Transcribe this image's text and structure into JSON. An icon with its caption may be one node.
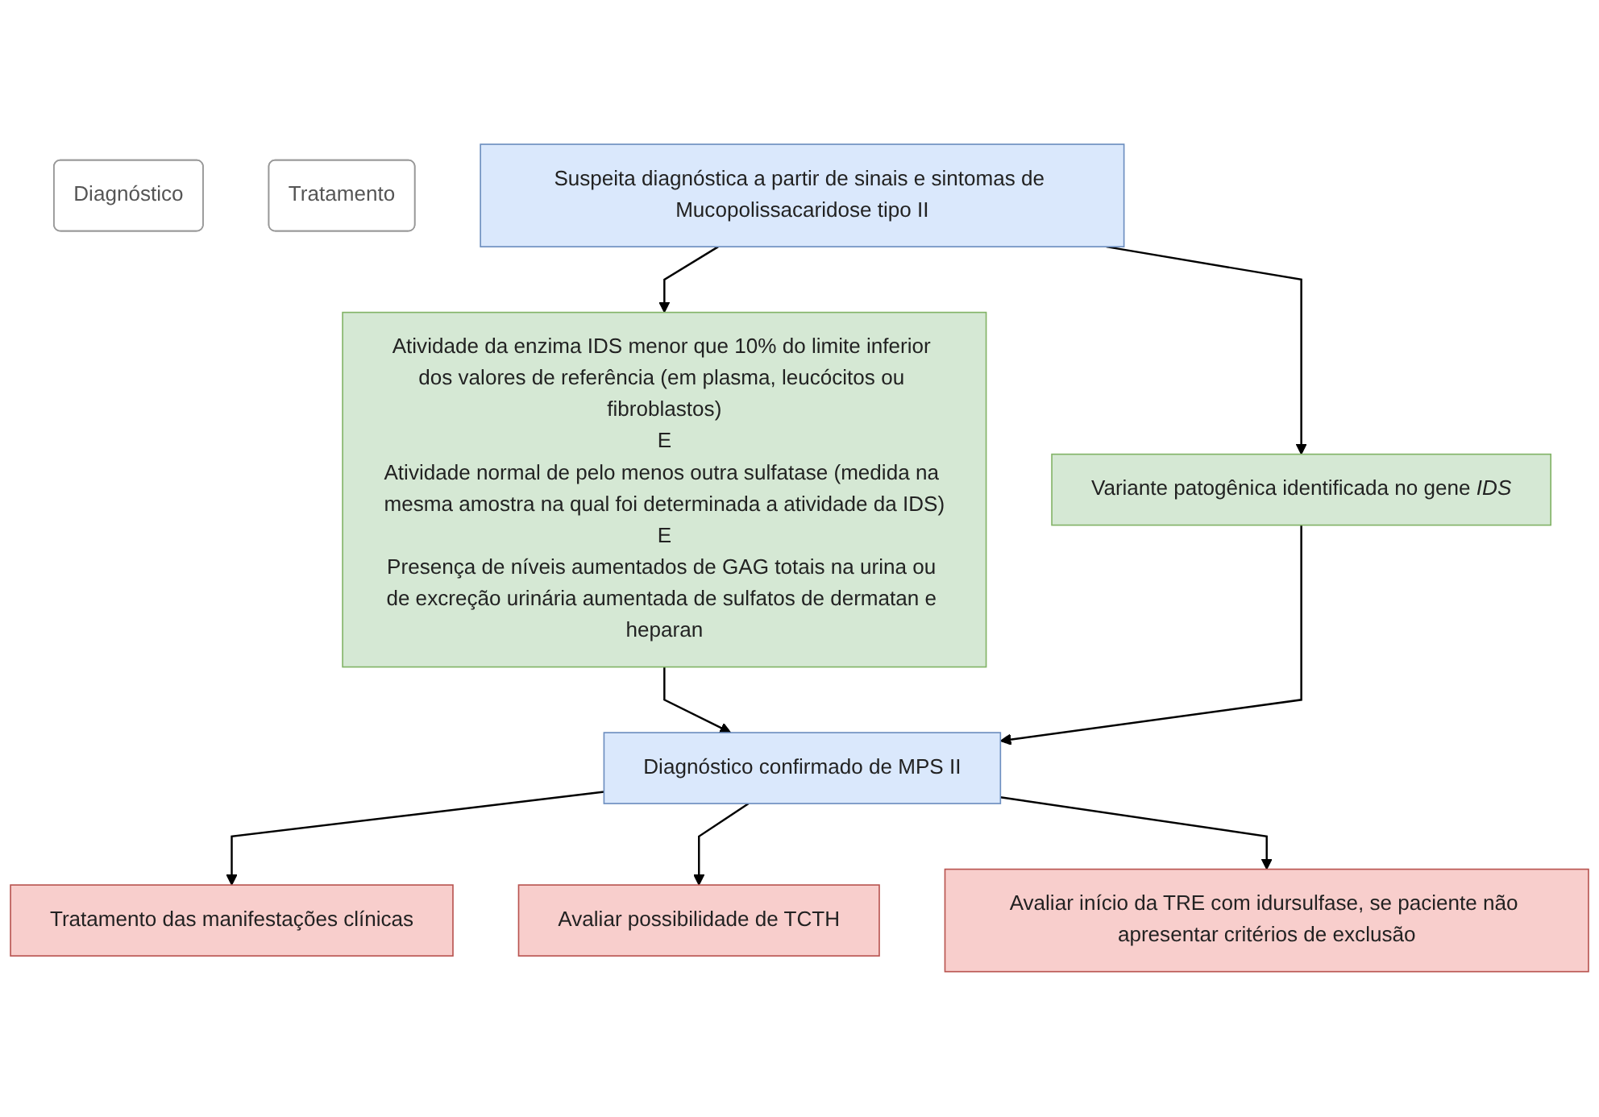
{
  "diagram": {
    "nodes": [
      {
        "text": [
          "Diagnóstico"
        ]
      },
      {
        "text": [
          "Tratamento"
        ]
      },
      {
        "text": [
          "Suspeita diagnóstica a partir de sinais e sintomas de Mucopolissacaridose tipo II"
        ]
      },
      {
        "text": [
          "Atividade da enzima IDS menor que 10% do limite inferior dos valores de referência (em plasma, leucócitos ou fibroblastos)",
          "E",
          "Atividade normal de pelo menos outra sulfatase (medida na mesma amostra na qual foi determinada a atividade da IDS)",
          "E",
          "Presença de níveis aumentados de GAG totais na urina ou de excreção urinária aumentada de sulfatos de dermatan e heparan"
        ]
      },
      {
        "text": [
          "Variante patogênica identificada no gene *IDS*"
        ]
      },
      {
        "text": [
          "Diagnóstico confirmado de MPS II"
        ]
      },
      {
        "text": [
          "Tratamento das manifestações clínicas"
        ]
      },
      {
        "text": [
          "Avaliar possibilidade de TCTH"
        ]
      },
      {
        "text": [
          "Avaliar início da TRE com idursulfase, se paciente não apresentar critérios de exclusão"
        ]
      }
    ],
    "edges": [
      {
        "from": 2,
        "to": 3,
        "arrow": "to"
      },
      {
        "from": 2,
        "to": 4,
        "arrow": "to"
      },
      {
        "from": 3,
        "to": 5,
        "arrow": "to"
      },
      {
        "from": 4,
        "to": 5,
        "arrow": "to"
      },
      {
        "from": 5,
        "to": 6,
        "arrow": "to"
      },
      {
        "from": 5,
        "to": 7,
        "arrow": "to"
      },
      {
        "from": 5,
        "to": 8,
        "arrow": "to"
      }
    ]
  }
}
